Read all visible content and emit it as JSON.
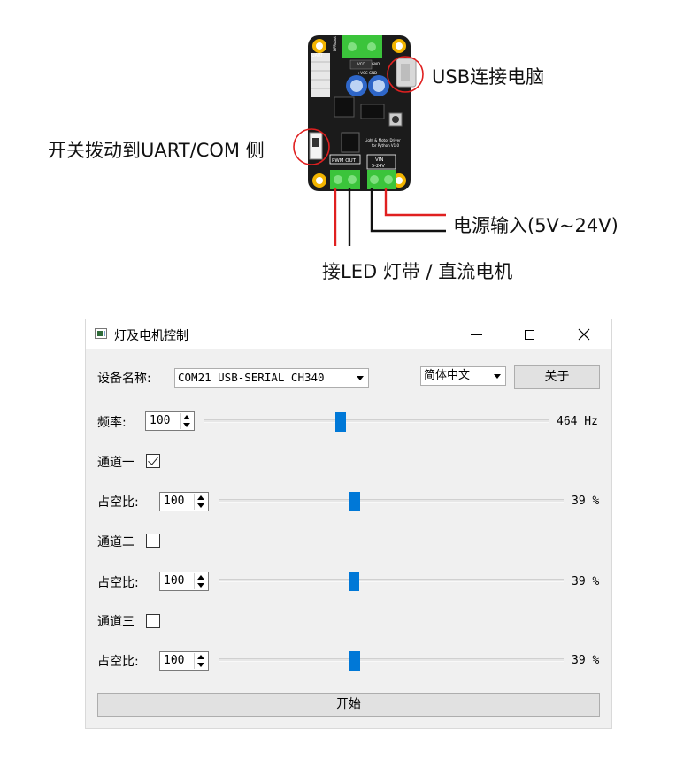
{
  "diagram": {
    "callouts": {
      "usb": "USB连接电脑",
      "switch": "开关拨动到UART/COM 侧",
      "power": "电源输入(5V~24V)",
      "load": "接LED 灯带 / 直流电机"
    },
    "board_silk": {
      "uart": "UART",
      "pwm_out": "PWM OUT",
      "vin": "VIN",
      "vin_range": "5-24V",
      "vcc": "VCC",
      "gnd": "GND",
      "vcc_gnd": "+VCC GND",
      "product": "Light & Motor Driver",
      "product_sub": "for Python V1.0",
      "brand": "DFRobot"
    }
  },
  "window": {
    "title": "灯及电机控制",
    "device": {
      "label": "设备名称:",
      "selected": "COM21 USB-SERIAL CH340"
    },
    "language": {
      "selected": "简体中文"
    },
    "about_button": "关于",
    "frequency": {
      "label": "频率:",
      "spin_value": "100",
      "slider_fraction": 0.396,
      "readout": "464 Hz"
    },
    "channels": [
      {
        "label": "通道一",
        "checked": true,
        "duty_label": "占空比:",
        "spin_value": "100",
        "slider_fraction": 0.394,
        "readout": "39 %"
      },
      {
        "label": "通道二",
        "checked": false,
        "duty_label": "占空比:",
        "spin_value": "100",
        "slider_fraction": 0.392,
        "readout": "39 %"
      },
      {
        "label": "通道三",
        "checked": false,
        "duty_label": "占空比:",
        "spin_value": "100",
        "slider_fraction": 0.394,
        "readout": "39 %"
      }
    ],
    "start_button": "开始"
  },
  "colors": {
    "slider_handle": "#0078d7",
    "callout_circle": "#e02020",
    "wire_red": "#e02020",
    "wire_black": "#111111",
    "board": "#1b1b1b",
    "terminal": "#3bc43b",
    "mount_hole": "#f2b400"
  }
}
